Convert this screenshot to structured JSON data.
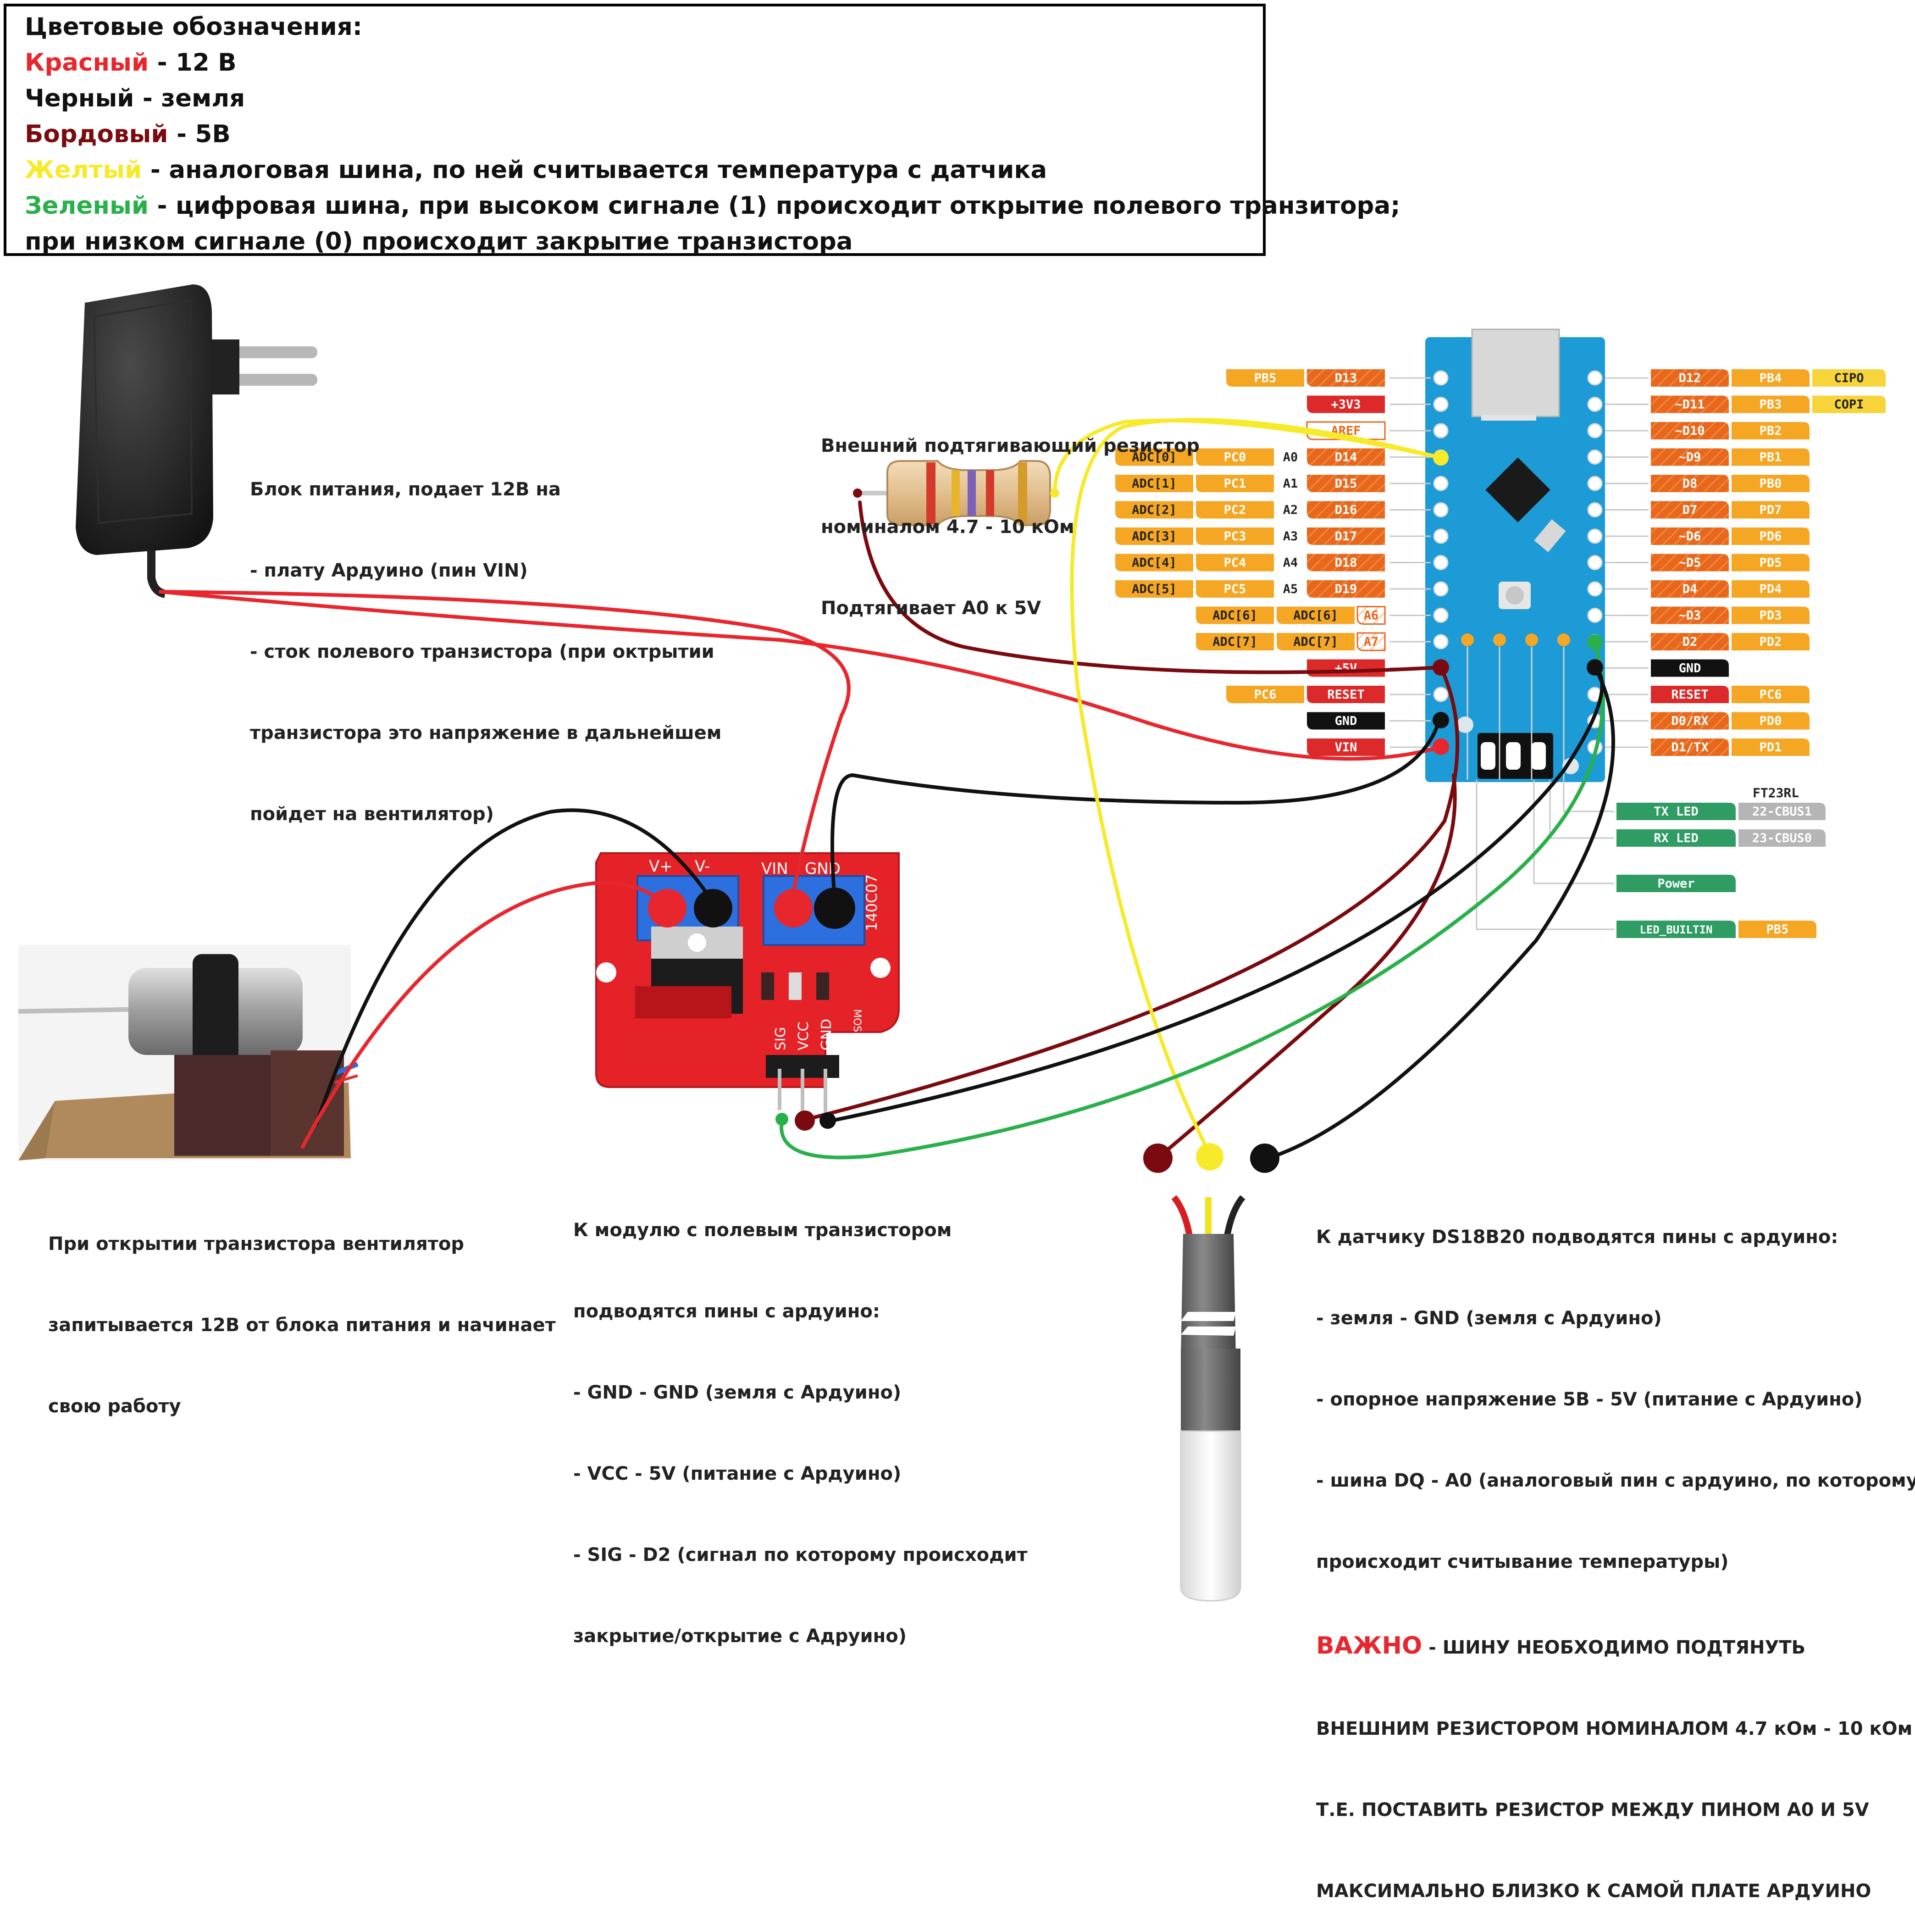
{
  "legend": {
    "title": "Цветовые обозначения:",
    "items": [
      {
        "color_name": "Красный",
        "rest": " - 12 В",
        "color": "#e8262d"
      },
      {
        "color_name": "",
        "rest": "Черный - земля",
        "color": "#111111"
      },
      {
        "color_name": "Бордовый",
        "rest": " - 5В",
        "color": "#7a0a0f"
      },
      {
        "color_name": "Желтый",
        "rest": " - аналоговая шина, по ней считывается температура с датчика",
        "color": "#f7ea2a"
      },
      {
        "color_name": "Зеленый",
        "rest": " - цифровая шина, при высоком сигнале (1) происходит открытие полевого транзитора;",
        "color": "#2ab04a"
      }
    ],
    "last_line": "при низком сигнале (0) происходит закрытие транзистора"
  },
  "annotations": {
    "power_supply": [
      "Блок питания, подает 12В на",
      "- плату Ардуино (пин VIN)",
      "- сток полевого транзистора (при октрытии",
      "транзистора это напряжение в дальнейшем",
      "пойдет на вентилятор)"
    ],
    "resistor": [
      "Внешний подтягивающий резистор",
      "номиналом 4.7 - 10 кОм",
      "Подтягивает А0 к 5V"
    ],
    "fan": [
      "При открытии транзистора вентилятор",
      "запитывается 12В от блока питания и начинает",
      "свою работу"
    ],
    "mosfet": [
      "К модулю с полевым транзистором",
      "подводятся пины с ардуино:",
      "- GND - GND (земля с Ардуино)",
      "- VCC - 5V (питание с Ардуино)",
      "- SIG - D2 (сигнал по которому происходит",
      "закрытие/открытие с Адруино)"
    ],
    "sensor": [
      "К датчику DS18B20 подводятся пины с ардуино:",
      "- земля - GND (земля с Ардуино)",
      "- опорное напряжение 5В - 5V (питание с Ардуино)",
      "- шина DQ - A0 (аналоговый пин с ардуино, по которому",
      "происходит считывание температуры)"
    ],
    "important_word": "ВАЖНО",
    "important_rest": " - ШИНУ НЕОБХОДИМО ПОДТЯНУТЬ",
    "important_lines": [
      "ВНЕШНИМ РЕЗИСТОРОМ НОМИНАЛОМ 4.7 кОм - 10 кОм",
      "Т.Е. ПОСТАВИТЬ РЕЗИСТОР МЕЖДУ ПИНОМ А0 И 5V",
      "МАКСИМАЛЬНО БЛИЗКО К САМОЙ ПЛАТЕ АРДУИНО"
    ]
  },
  "mosfet_module": {
    "top_labels": [
      "V+",
      "V-",
      "VIN",
      "GND"
    ],
    "side_label": "140C07",
    "pin_labels": [
      "SIG",
      "VCC",
      "GND"
    ],
    "module_label": "MOS Module"
  },
  "pinout_left": [
    {
      "pins": [
        "PB5",
        "D13"
      ]
    },
    {
      "pins": [
        "+3V3"
      ]
    },
    {
      "pins": [
        "AREF"
      ]
    },
    {
      "pins": [
        "ADC[0]",
        "PC0",
        "A0",
        "D14"
      ]
    },
    {
      "pins": [
        "ADC[1]",
        "PC1",
        "A1",
        "D15"
      ]
    },
    {
      "pins": [
        "ADC[2]",
        "PC2",
        "A2",
        "D16"
      ]
    },
    {
      "pins": [
        "ADC[3]",
        "PC3",
        "A3",
        "D17"
      ]
    },
    {
      "pins": [
        "ADC[4]",
        "PC4",
        "A4",
        "D18"
      ]
    },
    {
      "pins": [
        "ADC[5]",
        "PC5",
        "A5",
        "D19"
      ]
    },
    {
      "pins": [
        "ADC[6]",
        "ADC[6]",
        "A6"
      ]
    },
    {
      "pins": [
        "ADC[7]",
        "ADC[7]",
        "A7"
      ]
    },
    {
      "pins": [
        "+5V"
      ]
    },
    {
      "pins": [
        "PC6",
        "RESET"
      ]
    },
    {
      "pins": [
        "GND"
      ]
    },
    {
      "pins": [
        "VIN"
      ]
    }
  ],
  "pinout_right": [
    {
      "pins": [
        "D12",
        "PB4",
        "CIPO"
      ]
    },
    {
      "pins": [
        "~D11",
        "PB3",
        "COPI"
      ]
    },
    {
      "pins": [
        "~D10",
        "PB2"
      ]
    },
    {
      "pins": [
        "~D9",
        "PB1"
      ]
    },
    {
      "pins": [
        "D8",
        "PB0"
      ]
    },
    {
      "pins": [
        "D7",
        "PD7"
      ]
    },
    {
      "pins": [
        "~D6",
        "PD6"
      ]
    },
    {
      "pins": [
        "~D5",
        "PD5"
      ]
    },
    {
      "pins": [
        "D4",
        "PD4"
      ]
    },
    {
      "pins": [
        "~D3",
        "PD3"
      ]
    },
    {
      "pins": [
        "D2",
        "PD2"
      ]
    },
    {
      "pins": [
        "GND"
      ]
    },
    {
      "pins": [
        "RESET",
        "PC6"
      ]
    },
    {
      "pins": [
        "D0/RX",
        "PD0"
      ]
    },
    {
      "pins": [
        "D1/TX",
        "PD1"
      ]
    }
  ],
  "pinout_bottom": {
    "chip_label": "FT23RL",
    "rows": [
      {
        "pins": [
          "TX LED",
          "22-CBUS1"
        ]
      },
      {
        "pins": [
          "RX LED",
          "23-CBUS0"
        ]
      },
      {
        "pins": [
          "Power"
        ]
      },
      {
        "pins": [
          "LED_BUILTIN",
          "PB5"
        ]
      }
    ]
  },
  "colors": {
    "red": "#e8262d",
    "black": "#111111",
    "burgundy": "#7a0a0f",
    "yellow": "#f7ea2a",
    "green": "#2ab04a",
    "pin_orange": "#f5a623",
    "pin_dark_orange": "#e8671c",
    "pin_red": "#dc2a2a",
    "pin_green": "#2e9c63",
    "pin_grey": "#b5b5b5",
    "board_blue": "#1c9bd7",
    "module_red": "#e52227"
  }
}
